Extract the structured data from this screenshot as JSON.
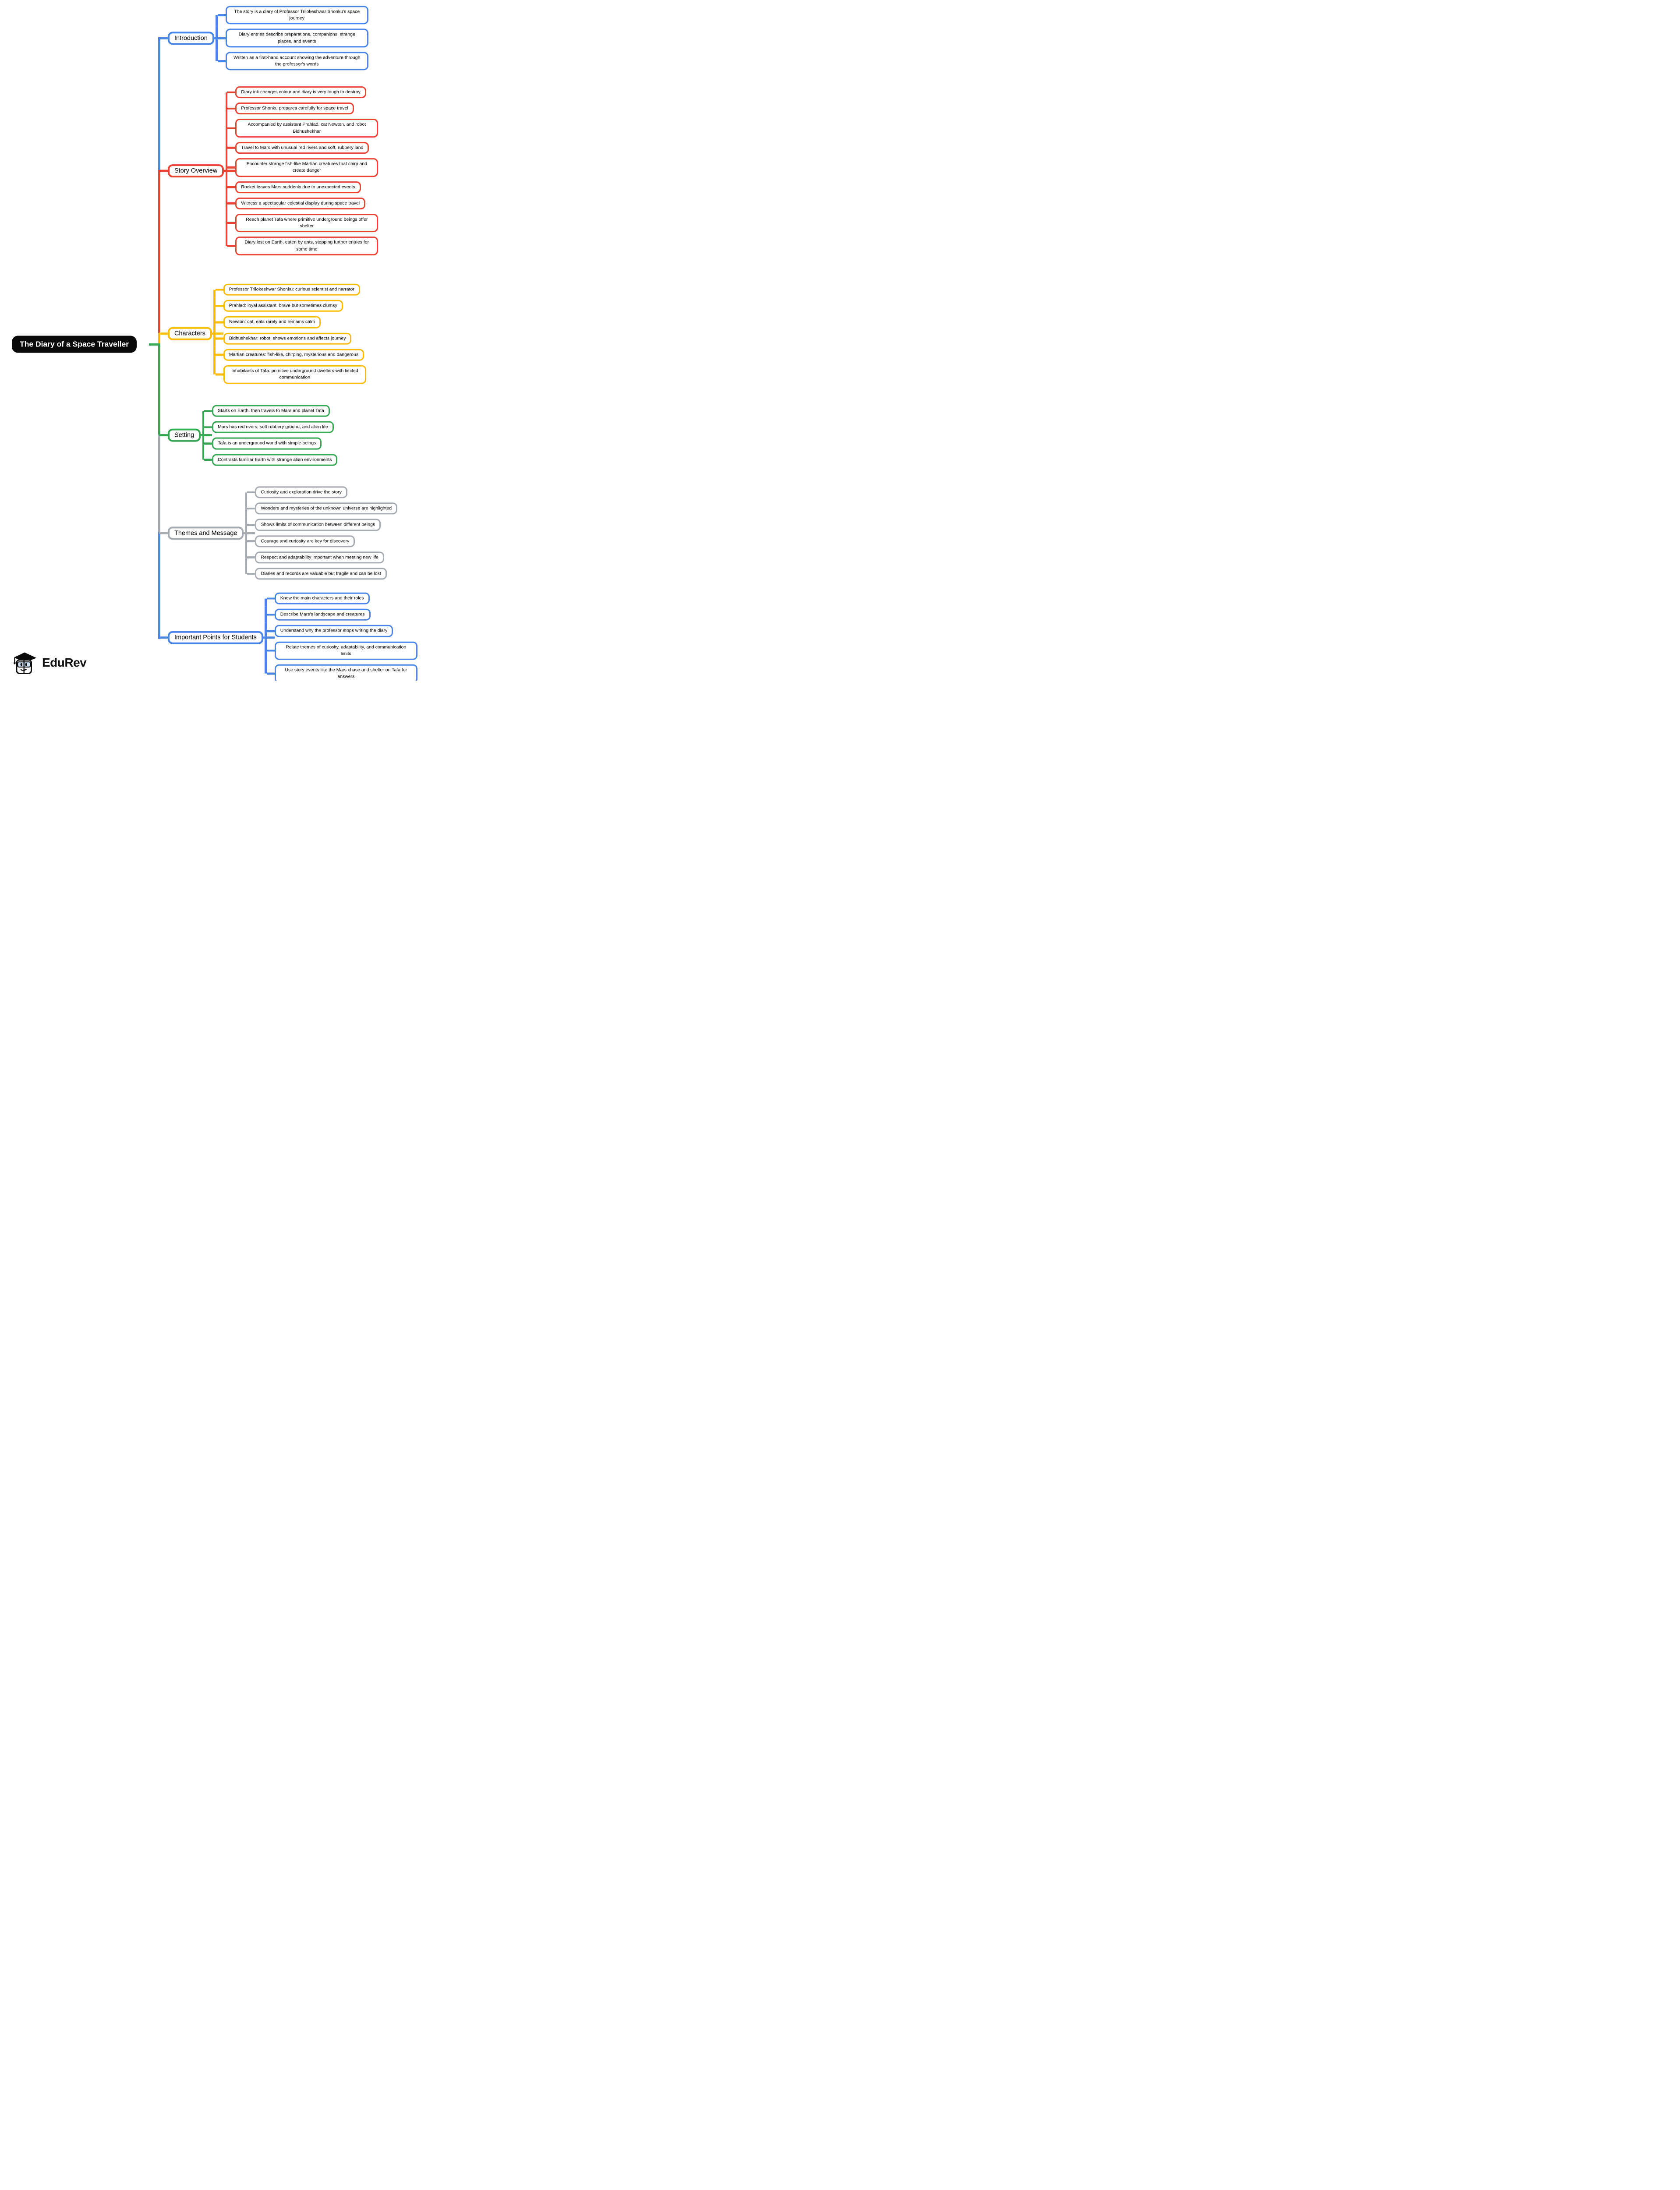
{
  "root": {
    "label": "The Diary of a Space Traveller"
  },
  "branding": {
    "name": "EduRev"
  },
  "colors": {
    "blue": "#4a86e8",
    "red": "#ea4335",
    "yellow": "#fbbc05",
    "green": "#34a853",
    "gray": "#a5abb1",
    "root_bg": "#0a0a0a",
    "root_text": "#ffffff",
    "node_bg": "#ffffff",
    "node_text": "#000000"
  },
  "branches": [
    {
      "id": "introduction",
      "label": "Introduction",
      "color": "#4a86e8",
      "children": [
        "The story is a diary of Professor Trilokeshwar Shonku's space journey",
        "Diary entries describe preparations, companions, strange places, and events",
        "Written as a first-hand account showing the adventure through the professor's words"
      ]
    },
    {
      "id": "story-overview",
      "label": "Story Overview",
      "color": "#ea4335",
      "children": [
        "Diary ink changes colour and diary is very tough to destroy",
        "Professor Shonku prepares carefully for space travel",
        "Accompanied by assistant Prahlad, cat Newton, and robot Bidhushekhar",
        "Travel to Mars with unusual red rivers and soft, rubbery land",
        "Encounter strange fish-like Martian creatures that chirp and create danger",
        "Rocket leaves Mars suddenly due to unexpected events",
        "Witness a spectacular celestial display during space travel",
        "Reach planet Tafa where primitive underground beings offer shelter",
        "Diary lost on Earth, eaten by ants, stopping further entries for some time"
      ]
    },
    {
      "id": "characters",
      "label": "Characters",
      "color": "#fbbc05",
      "children": [
        "Professor Trilokeshwar Shonku: curious scientist and narrator",
        "Prahlad: loyal assistant, brave but sometimes clumsy",
        "Newton: cat, eats rarely and remains calm",
        "Bidhushekhar: robot, shows emotions and affects journey",
        "Martian creatures: fish-like, chirping, mysterious and dangerous",
        "Inhabitants of Tafa: primitive underground dwellers with limited communication"
      ]
    },
    {
      "id": "setting",
      "label": "Setting",
      "color": "#34a853",
      "children": [
        "Starts on Earth, then travels to Mars and planet Tafa",
        "Mars has red rivers, soft rubbery ground, and alien life",
        "Tafa is an underground world with simple beings",
        "Contrasts familiar Earth with strange alien environments"
      ]
    },
    {
      "id": "themes-and-message",
      "label": "Themes and Message",
      "color": "#a5abb1",
      "children": [
        "Curiosity and exploration drive the story",
        "Wonders and mysteries of the unknown universe are highlighted",
        "Shows limits of communication between different beings",
        "Courage and curiosity are key for discovery",
        "Respect and adaptability important when meeting new life",
        "Diaries and records are valuable but fragile and can be lost"
      ]
    },
    {
      "id": "important-points-for-students",
      "label": "Important Points for Students",
      "color": "#4a86e8",
      "children": [
        "Know the main characters and their roles",
        "Describe Mars's landscape and creatures",
        "Understand why the professor stops writing the diary",
        "Relate themes of curiosity, adaptability, and communication limits",
        "Use story events like the Mars chase and shelter on Tafa for answers"
      ]
    }
  ]
}
